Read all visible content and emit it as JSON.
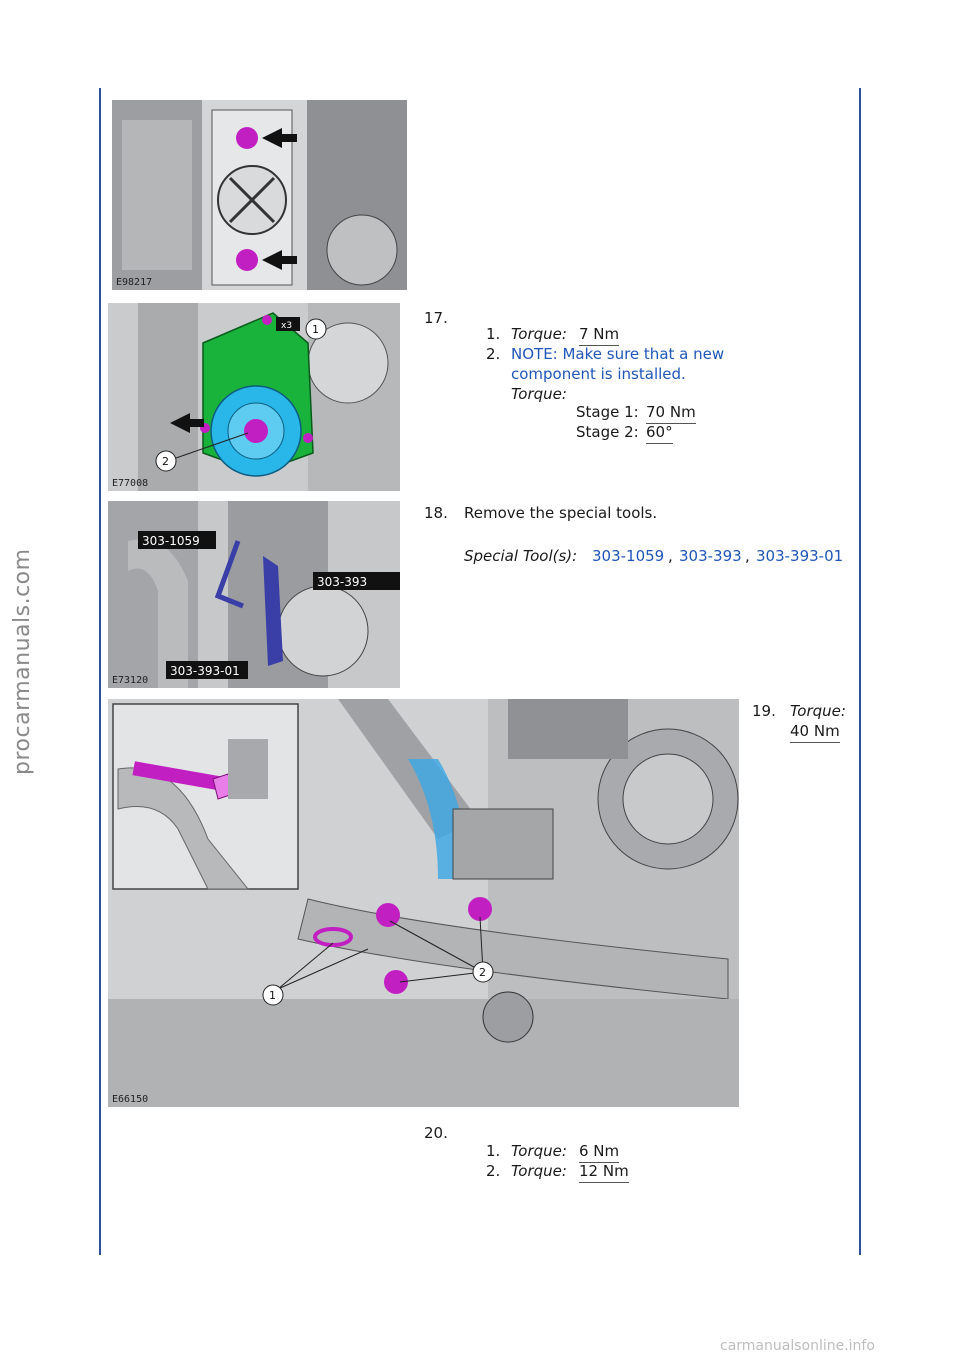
{
  "watermarks": {
    "side": "procarmanuals.com",
    "footer": "carmanualsonline.info"
  },
  "figures": {
    "fig1": {
      "code": "E98217"
    },
    "fig2": {
      "code": "E77008",
      "callouts": [
        "1",
        "2",
        "x3"
      ]
    },
    "fig3": {
      "code": "E73120",
      "labels": [
        "303-1059",
        "303-393",
        "303-393-01"
      ]
    },
    "fig4": {
      "code": "E66150",
      "callouts": [
        "1",
        "2"
      ]
    }
  },
  "steps": {
    "s17": {
      "num": "17.",
      "items": [
        {
          "num": "1.",
          "torque_label": "Torque:",
          "torque_value": "7 Nm"
        },
        {
          "num": "2.",
          "note_line1": "NOTE: Make sure that a new",
          "note_line2": "component is installed.",
          "torque_label": "Torque:"
        }
      ],
      "stage1_label": "Stage 1:",
      "stage1_value": "70 Nm",
      "stage2_label": "Stage 2:",
      "stage2_value": "60°"
    },
    "s18": {
      "num": "18.",
      "text": "Remove the special tools.",
      "tools_label": "Special Tool(s):",
      "tools": [
        "303-1059",
        "303-393",
        "303-393-01"
      ],
      "sep": ","
    },
    "s19": {
      "num": "19.",
      "torque_label": "Torque:",
      "torque_value": "40 Nm"
    },
    "s20": {
      "num": "20.",
      "items": [
        {
          "num": "1.",
          "torque_label": "Torque:",
          "torque_value": "6 Nm"
        },
        {
          "num": "2.",
          "torque_label": "Torque:",
          "torque_value": "12 Nm"
        }
      ]
    }
  },
  "colors": {
    "rule": "#2e4f9e",
    "link": "#1f56b8",
    "magenta": "#c21fc2",
    "green": "#19b23a",
    "cyan": "#28b7e8"
  }
}
